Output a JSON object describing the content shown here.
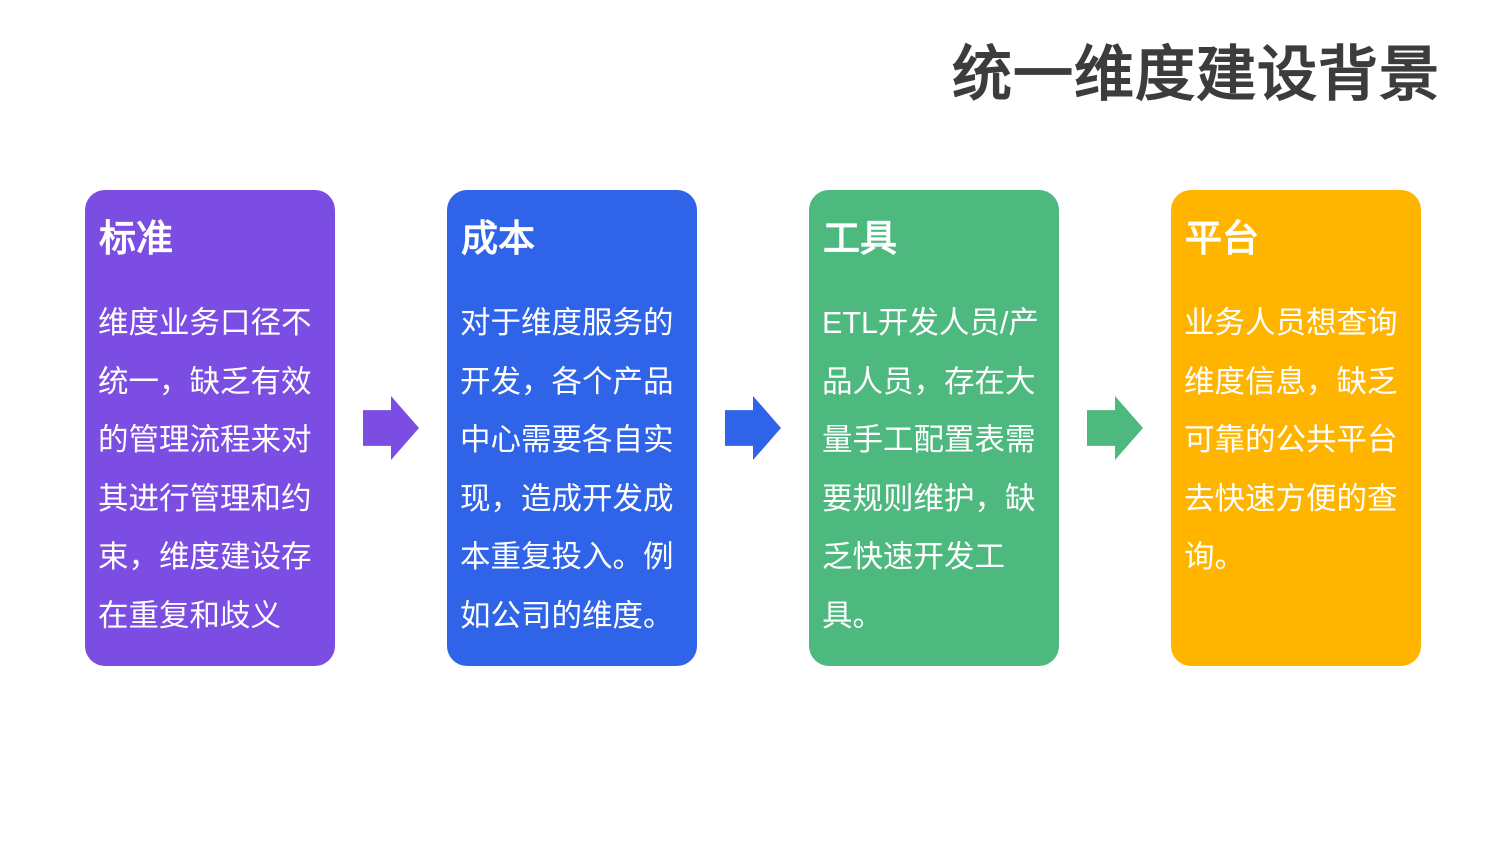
{
  "page": {
    "background_color": "#ffffff"
  },
  "header": {
    "title": "统一维度建设背景",
    "color": "#3c3c3c"
  },
  "cards": [
    {
      "id": "standard",
      "title": "标准",
      "color": "#7c4de3",
      "text_color": "#ffffff",
      "body_lines": [
        "维度业务口径不",
        "统一，缺乏有效",
        "的管理流程来对",
        "其进行管理和约",
        "束，维度建设存",
        "在重复和歧义"
      ]
    },
    {
      "id": "cost",
      "title": "成本",
      "color": "#2f63e8",
      "text_color": "#ffffff",
      "body_lines": [
        "对于维度服务的",
        "开发，各个产品",
        "中心需要各自实",
        "现，造成开发成",
        "本重复投入。例",
        "如公司的维度。"
      ]
    },
    {
      "id": "tool",
      "title": "工具",
      "color": "#4db97e",
      "text_color": "#ffffff",
      "body_lines": [
        "ETL开发人员/产",
        "品人员，存在大",
        "量手工配置表需",
        "要规则维护，缺",
        "乏快速开发工具。"
      ]
    },
    {
      "id": "platform",
      "title": "平台",
      "color": "#ffb400",
      "text_color": "#ffffff",
      "body_lines": [
        "业务人员想查询",
        "维度信息，缺乏",
        "可靠的公共平台",
        "去快速方便的查",
        "询。"
      ]
    }
  ],
  "arrows": [
    {
      "id": "arrow-standard-to-cost",
      "color": "#7c4de3"
    },
    {
      "id": "arrow-cost-to-tool",
      "color": "#2f63e8"
    },
    {
      "id": "arrow-tool-to-platform",
      "color": "#4db97e"
    }
  ]
}
